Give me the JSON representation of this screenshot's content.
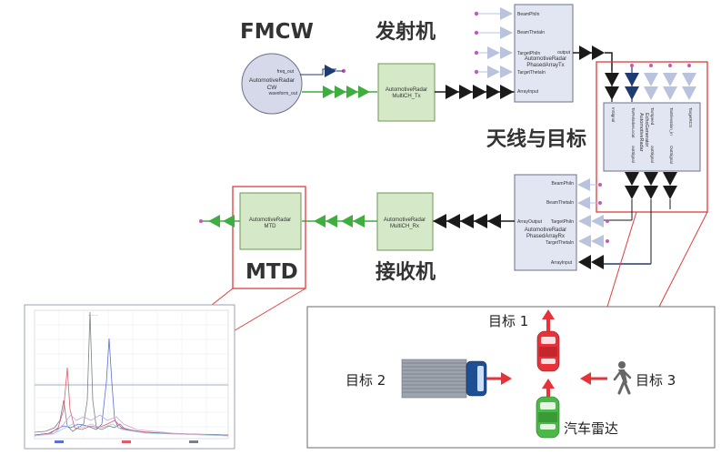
{
  "labels": {
    "fmcw": "FMCW",
    "tx": "发射机",
    "antenna_target": "天线与目标",
    "rx": "接收机",
    "mtd": "MTD"
  },
  "blocks": {
    "cw": {
      "line1": "AutomotiveRadar",
      "line2": "CW",
      "port_freq": "freq_out",
      "port_wave": "waveform_out"
    },
    "multich_tx": {
      "line1": "AutomotiveRadar",
      "line2": "MultiCH_Tx"
    },
    "phased_tx": {
      "line1": "AutomotiveRadar",
      "line2": "PhasedArrayTx",
      "port_beamphi": "BeamPhiIn",
      "port_beamtheta": "BeamThetaIn",
      "port_targetphi": "TargetPhiIn",
      "port_targettheta": "TargetThetaIn",
      "port_arrayinput": "ArrayInput",
      "port_output": "output"
    },
    "echo": {
      "line1": "AutomotiveRadar",
      "line2": "EchoGenerator",
      "port_input": "InSignal",
      "port_range": "TarRelativeLocat",
      "port_speed": "TarSpeed",
      "port_speed2": "TarElevation_in",
      "port_out1": "outSignal",
      "port_out2": "outSignal",
      "port_out3": "OutSignal",
      "port_rcs": "TargetRCS"
    },
    "phased_rx": {
      "line1": "AutomotiveRadar",
      "line2": "PhasedArrayRx",
      "port_beamphi": "BeamPhiIn",
      "port_beamtheta": "BeamThetaIn",
      "port_arrayoutput": "ArrayOutput",
      "port_targetphi": "TargetPhiIn",
      "port_targettheta": "TargetThetaIn",
      "port_arrayinput": "ArrayInput"
    },
    "multich_rx": {
      "line1": "AutomotiveRadar",
      "line2": "MultiCH_Rx"
    },
    "mtd": {
      "line1": "AutomotiveRadar",
      "line2": "MTD"
    }
  },
  "scene": {
    "target1": "目标 1",
    "target2": "目标 2",
    "target3": "目标 3",
    "radar": "汽车雷达"
  },
  "colors": {
    "green_arrow": "#3fae3f",
    "black_arrow": "#1a1a1a",
    "navy_arrow": "#1f3b73",
    "light_arrow": "#b9c3de",
    "block_fill": "#d5e8c8",
    "block_stroke": "#6a9a54",
    "purple_fill": "#e2e5f2",
    "purple_stroke": "#6d6f8a",
    "cw_fill": "#d5d9ea",
    "highlight": "#e03c3c",
    "car_red": "#e8323a",
    "car_green": "#4cb848",
    "truck_blue": "#1f4f93"
  }
}
